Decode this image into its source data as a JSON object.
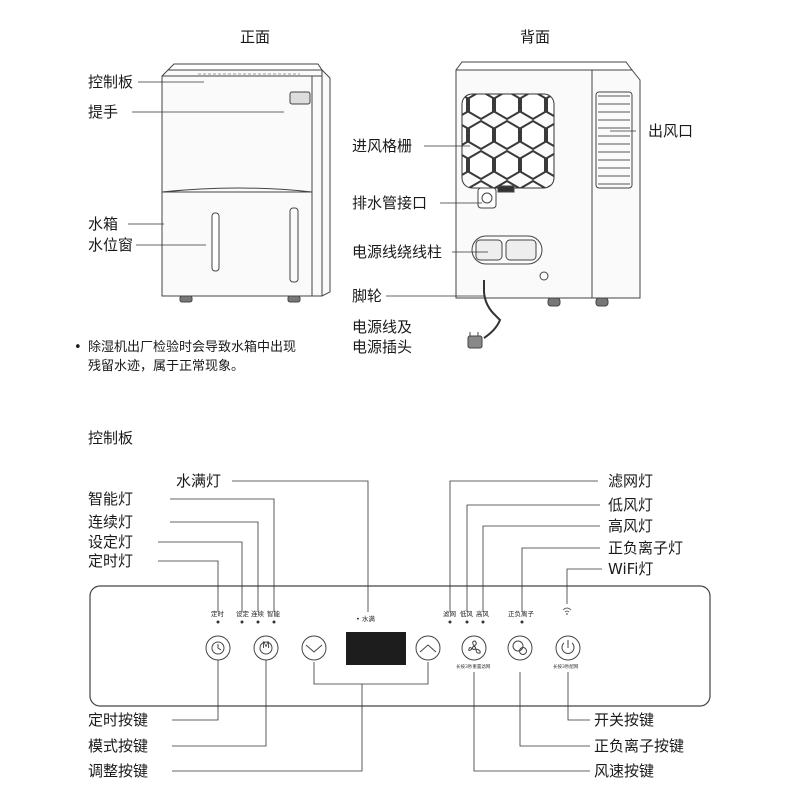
{
  "views": {
    "front": "正面",
    "back": "背面"
  },
  "front_labels": {
    "control_panel": "控制板",
    "handle": "提手",
    "water_tank": "水箱",
    "water_window": "水位窗"
  },
  "back_labels": {
    "intake_grille": "进风格栅",
    "drain_port": "排水管接口",
    "cord_wrap": "电源线绕线柱",
    "wheels": "脚轮",
    "cord_line1": "电源线及",
    "cord_line2": "电源插头",
    "air_outlet": "出风口"
  },
  "note": {
    "bullet": "•",
    "text": "除湿机出厂检验时会导致水箱中出现残留水迹，属于正常现象。"
  },
  "panel": {
    "section_title": "控制板",
    "top_callouts": {
      "water_full_light": "水满灯",
      "smart_light": "智能灯",
      "continuous_light": "连续灯",
      "set_light": "设定灯",
      "timer_light": "定时灯",
      "filter_light": "滤网灯",
      "low_fan_light": "低风灯",
      "high_fan_light": "高风灯",
      "ion_light": "正负离子灯",
      "wifi_light": "WiFi灯"
    },
    "bottom_callouts": {
      "timer_button": "定时按键",
      "mode_button": "模式按键",
      "adjust_button": "调整按键",
      "power_button": "开关按键",
      "ion_button": "正负离子按键",
      "fan_button": "风速按键"
    },
    "printed": {
      "timer": "定时",
      "set": "设定",
      "continuous": "连续",
      "smart": "智能",
      "water_full": "• 水满",
      "filter": "滤网",
      "low": "低风",
      "high": "高风",
      "ion": "正负离子",
      "fan_hint": "长按3秒重置滤网",
      "power_hint": "长按3秒配网"
    }
  },
  "icons": [
    "clock-icon",
    "mode-m-icon",
    "chevron-down-icon",
    "chevron-up-icon",
    "fan-icon",
    "ion-icon",
    "power-icon",
    "wifi-icon"
  ]
}
